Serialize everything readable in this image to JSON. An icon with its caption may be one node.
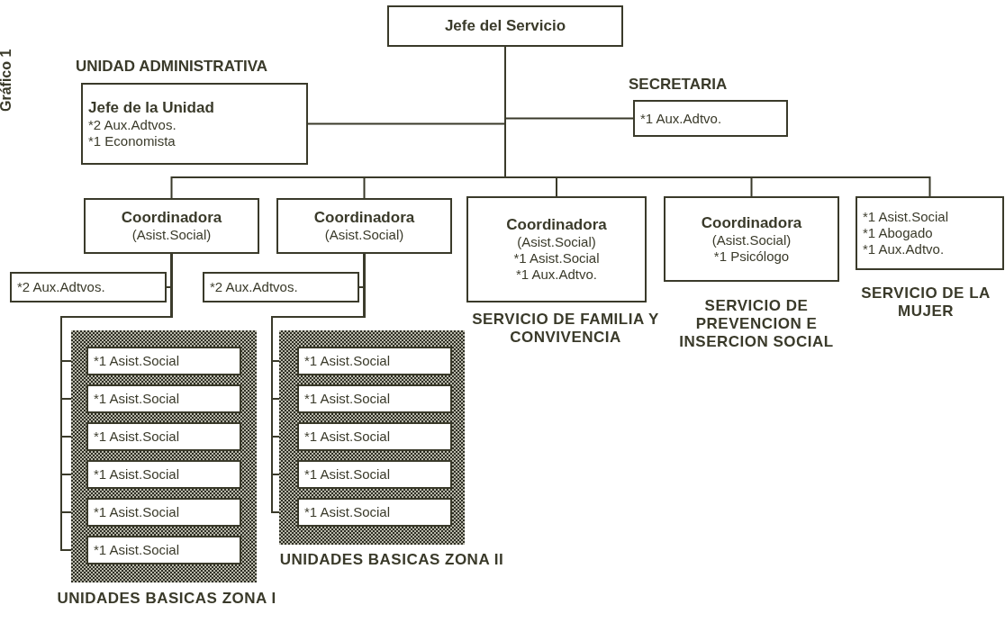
{
  "diagram": {
    "nodes": [
      {
        "text": [
          "Jefe del Servicio"
        ]
      },
      {
        "text": [
          "UNIDAD ADMINISTRATIVA",
          "Jefe de la Unidad",
          "*2 Aux.Adtvos.",
          "*1 Economista"
        ]
      },
      {
        "text": [
          "SECRETARIA",
          "*1 Aux.Adtvo."
        ]
      },
      {
        "text": [
          "Coordinadora",
          "(Asist.Social)"
        ]
      },
      {
        "text": [
          "Coordinadora",
          "(Asist.Social)"
        ]
      },
      {
        "text": [
          "Coordinadora",
          "(Asist.Social)",
          "*1 Asist.Social",
          "*1 Aux.Adtvo."
        ],
        "beside": [
          "SERVICIO DE FAMILIA Y CONVIVENCIA"
        ]
      },
      {
        "text": [
          "Coordinadora",
          "(Asist.Social)",
          "*1 Psicólogo"
        ],
        "beside": [
          "SERVICIO DE PREVENCION E INSERCION SOCIAL"
        ]
      },
      {
        "text": [
          "*1 Asist.Social",
          "*1 Abogado",
          "*1 Aux.Adtvo."
        ],
        "beside": [
          "SERVICIO DE LA MUJER"
        ]
      },
      {
        "text": [
          "*2 Aux.Adtvos."
        ]
      },
      {
        "text": [],
        "shape": "box",
        "beside": [
          "UNIDADES BASICAS ZONA I"
        ]
      },
      {
        "text": [
          "*1 Asist.Social"
        ],
        "in": 9
      },
      {
        "text": [
          "*1 Asist.Social"
        ],
        "in": 9
      },
      {
        "text": [
          "*1 Asist.Social"
        ],
        "in": 9
      },
      {
        "text": [
          "*1 Asist.Social"
        ],
        "in": 9
      },
      {
        "text": [
          "*1 Asist.Social"
        ],
        "in": 9
      },
      {
        "text": [
          "*1 Asist.Social"
        ],
        "in": 9
      },
      {
        "text": [
          "*2 Aux.Adtvos."
        ]
      },
      {
        "text": [],
        "shape": "box",
        "beside": [
          "UNIDADES BASICAS ZONA II"
        ]
      },
      {
        "text": [
          "*1 Asist.Social"
        ],
        "in": 17
      },
      {
        "text": [
          "*1 Asist.Social"
        ],
        "in": 17
      },
      {
        "text": [
          "*1 Asist.Social"
        ],
        "in": 17
      },
      {
        "text": [
          "*1 Asist.Social"
        ],
        "in": 17
      },
      {
        "text": [
          "*1 Asist.Social"
        ],
        "in": 17
      }
    ],
    "edges": [
      {
        "from": 0,
        "to": 1,
        "arrow": "none"
      },
      {
        "from": 0,
        "to": 2,
        "arrow": "none"
      },
      {
        "from": 0,
        "to": 3,
        "arrow": "none"
      },
      {
        "from": 0,
        "to": 4,
        "arrow": "none"
      },
      {
        "from": 0,
        "to": 5,
        "arrow": "none"
      },
      {
        "from": 0,
        "to": 6,
        "arrow": "none"
      },
      {
        "from": 0,
        "to": 7,
        "arrow": "none"
      },
      {
        "from": 3,
        "to": 8,
        "arrow": "none"
      },
      {
        "from": 3,
        "to": 10,
        "arrow": "none"
      },
      {
        "from": 3,
        "to": 11,
        "arrow": "none"
      },
      {
        "from": 3,
        "to": 12,
        "arrow": "none"
      },
      {
        "from": 3,
        "to": 13,
        "arrow": "none"
      },
      {
        "from": 3,
        "to": 14,
        "arrow": "none"
      },
      {
        "from": 3,
        "to": 15,
        "arrow": "none"
      },
      {
        "from": 4,
        "to": 16,
        "arrow": "none"
      },
      {
        "from": 4,
        "to": 18,
        "arrow": "none"
      },
      {
        "from": 4,
        "to": 19,
        "arrow": "none"
      },
      {
        "from": 4,
        "to": 20,
        "arrow": "none"
      },
      {
        "from": 4,
        "to": 21,
        "arrow": "none"
      },
      {
        "from": 4,
        "to": 22,
        "arrow": "none"
      }
    ],
    "labels": [
      "Gráfico 1"
    ]
  }
}
